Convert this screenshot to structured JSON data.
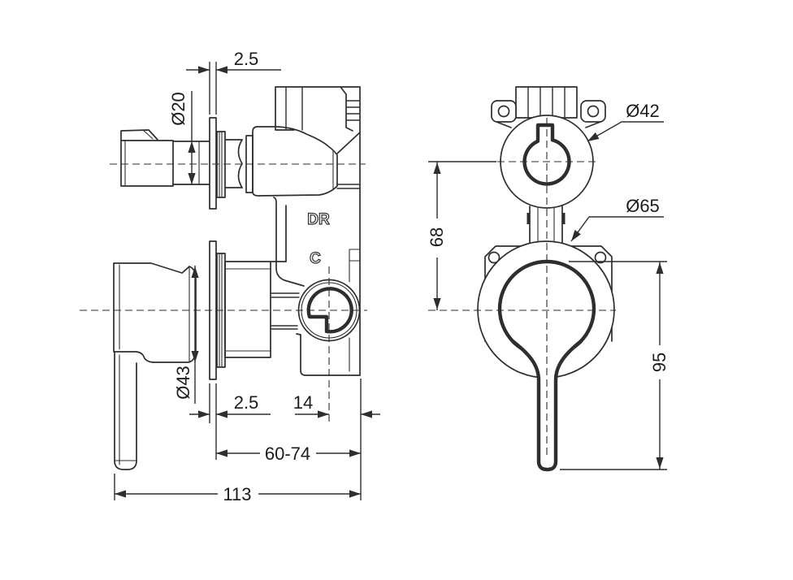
{
  "drawing": {
    "side_view": {
      "port_labels": {
        "dr": "DR",
        "c": "C"
      },
      "dims": {
        "wall_plate_thickness_top": "2.5",
        "diverter_knob_diameter": "Ø20",
        "mixer_trim_diameter": "Ø43",
        "wall_plate_thickness_bottom": "2.5",
        "outlet_offset": "14",
        "installation_depth_range": "60-74",
        "overall_depth": "113"
      }
    },
    "front_view": {
      "dims": {
        "diverter_trim_diameter": "Ø42",
        "escutcheon_diameter": "Ø65",
        "vertical_centres": "68",
        "handle_length": "95"
      }
    }
  }
}
